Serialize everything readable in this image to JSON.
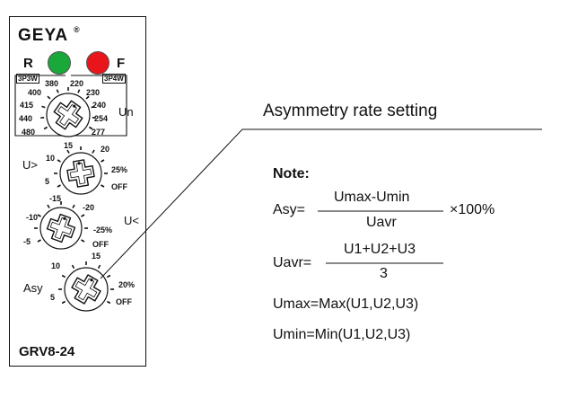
{
  "device": {
    "brand": "GEYA",
    "registered": "®",
    "model": "GRV8-24",
    "led_r_label": "R",
    "led_f_label": "F",
    "led_r_color": "#1aa83a",
    "led_f_color": "#e8151b"
  },
  "dial_un": {
    "tag_3p3w": "3P3W",
    "tag_3p4w": "3P4W",
    "label": "Un",
    "left_values": [
      "480",
      "440",
      "415",
      "400",
      "380"
    ],
    "right_values": [
      "220",
      "230",
      "240",
      "254",
      "277"
    ]
  },
  "dial_uover": {
    "label": "U>",
    "values": [
      "5",
      "10",
      "15",
      "20",
      "25%",
      "OFF"
    ]
  },
  "dial_uunder": {
    "label": "U<",
    "values": [
      "-5",
      "-10",
      "-15",
      "-20",
      "-25%",
      "OFF"
    ]
  },
  "dial_asy": {
    "label": "Asy",
    "values": [
      "5",
      "10",
      "15",
      "20%",
      "OFF"
    ]
  },
  "callout": {
    "title": "Asymmetry rate  setting"
  },
  "note": {
    "heading": "Note:",
    "asy_lhs": "Asy=",
    "asy_num": "Umax-Umin",
    "asy_den": "Uavr",
    "asy_tail": "×100%",
    "uavr_lhs": "Uavr=",
    "uavr_num": "U1+U2+U3",
    "uavr_den": "3",
    "umax": "Umax=Max(U1,U2,U3)",
    "umin": "Umin=Min(U1,U2,U3)"
  }
}
